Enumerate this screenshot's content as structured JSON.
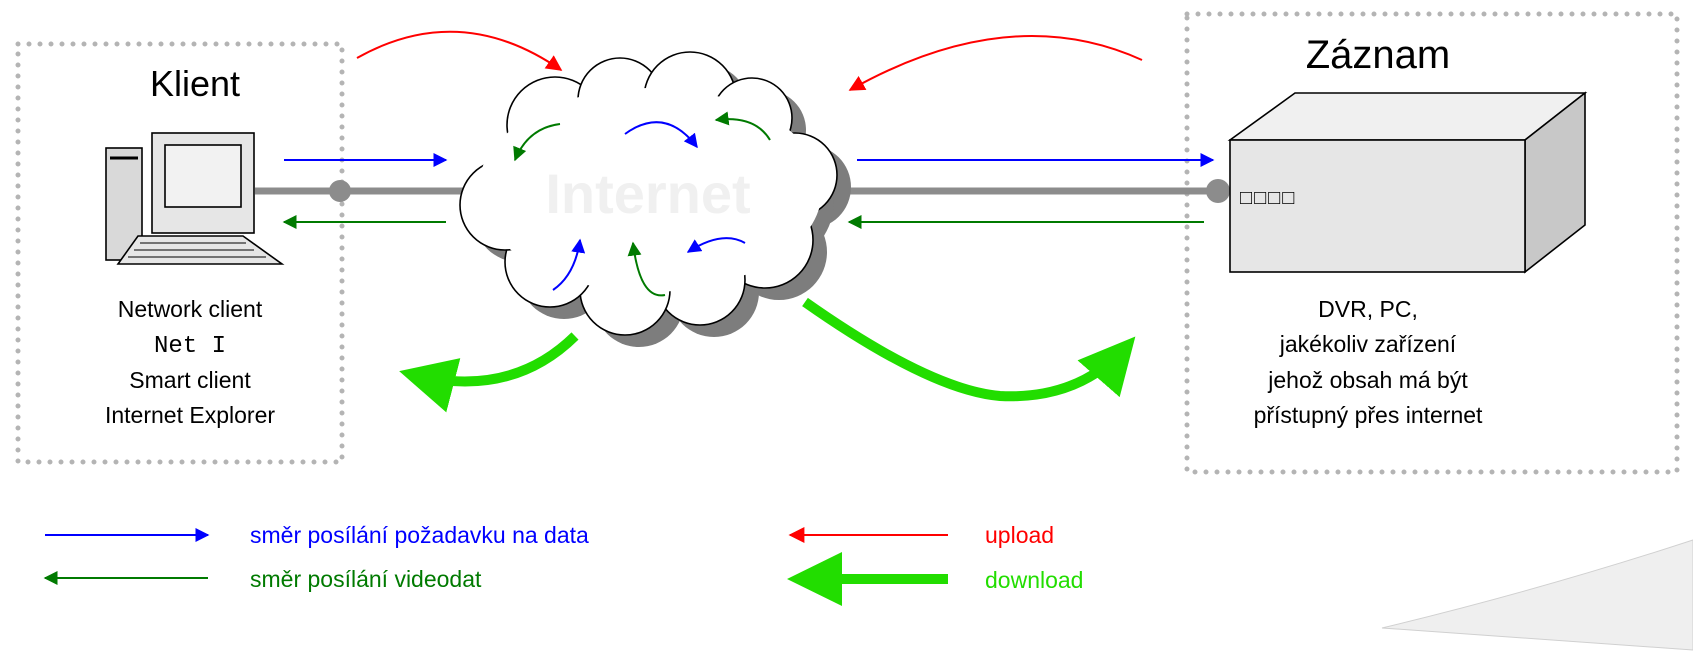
{
  "client": {
    "title": "Klient",
    "lines": [
      "Network client",
      "Net I",
      "Smart client",
      "Internet Explorer"
    ]
  },
  "record": {
    "title": "Záznam",
    "lines": [
      "DVR, PC,",
      "jakékoliv zařízení",
      "jehož obsah má být",
      "přístupný přes internet"
    ],
    "indicator": "□□□□"
  },
  "cloud": {
    "label": "Internet"
  },
  "legend": {
    "request": "směr posílání požadavku na data",
    "video": "směr posílání videodat",
    "upload": "upload",
    "download": "download"
  },
  "colors": {
    "request": "#0000ff",
    "video": "#007a00",
    "upload": "#ff0000",
    "download": "#22dd00",
    "dots": "#b4b4b4",
    "cable": "#8c8c8c"
  }
}
